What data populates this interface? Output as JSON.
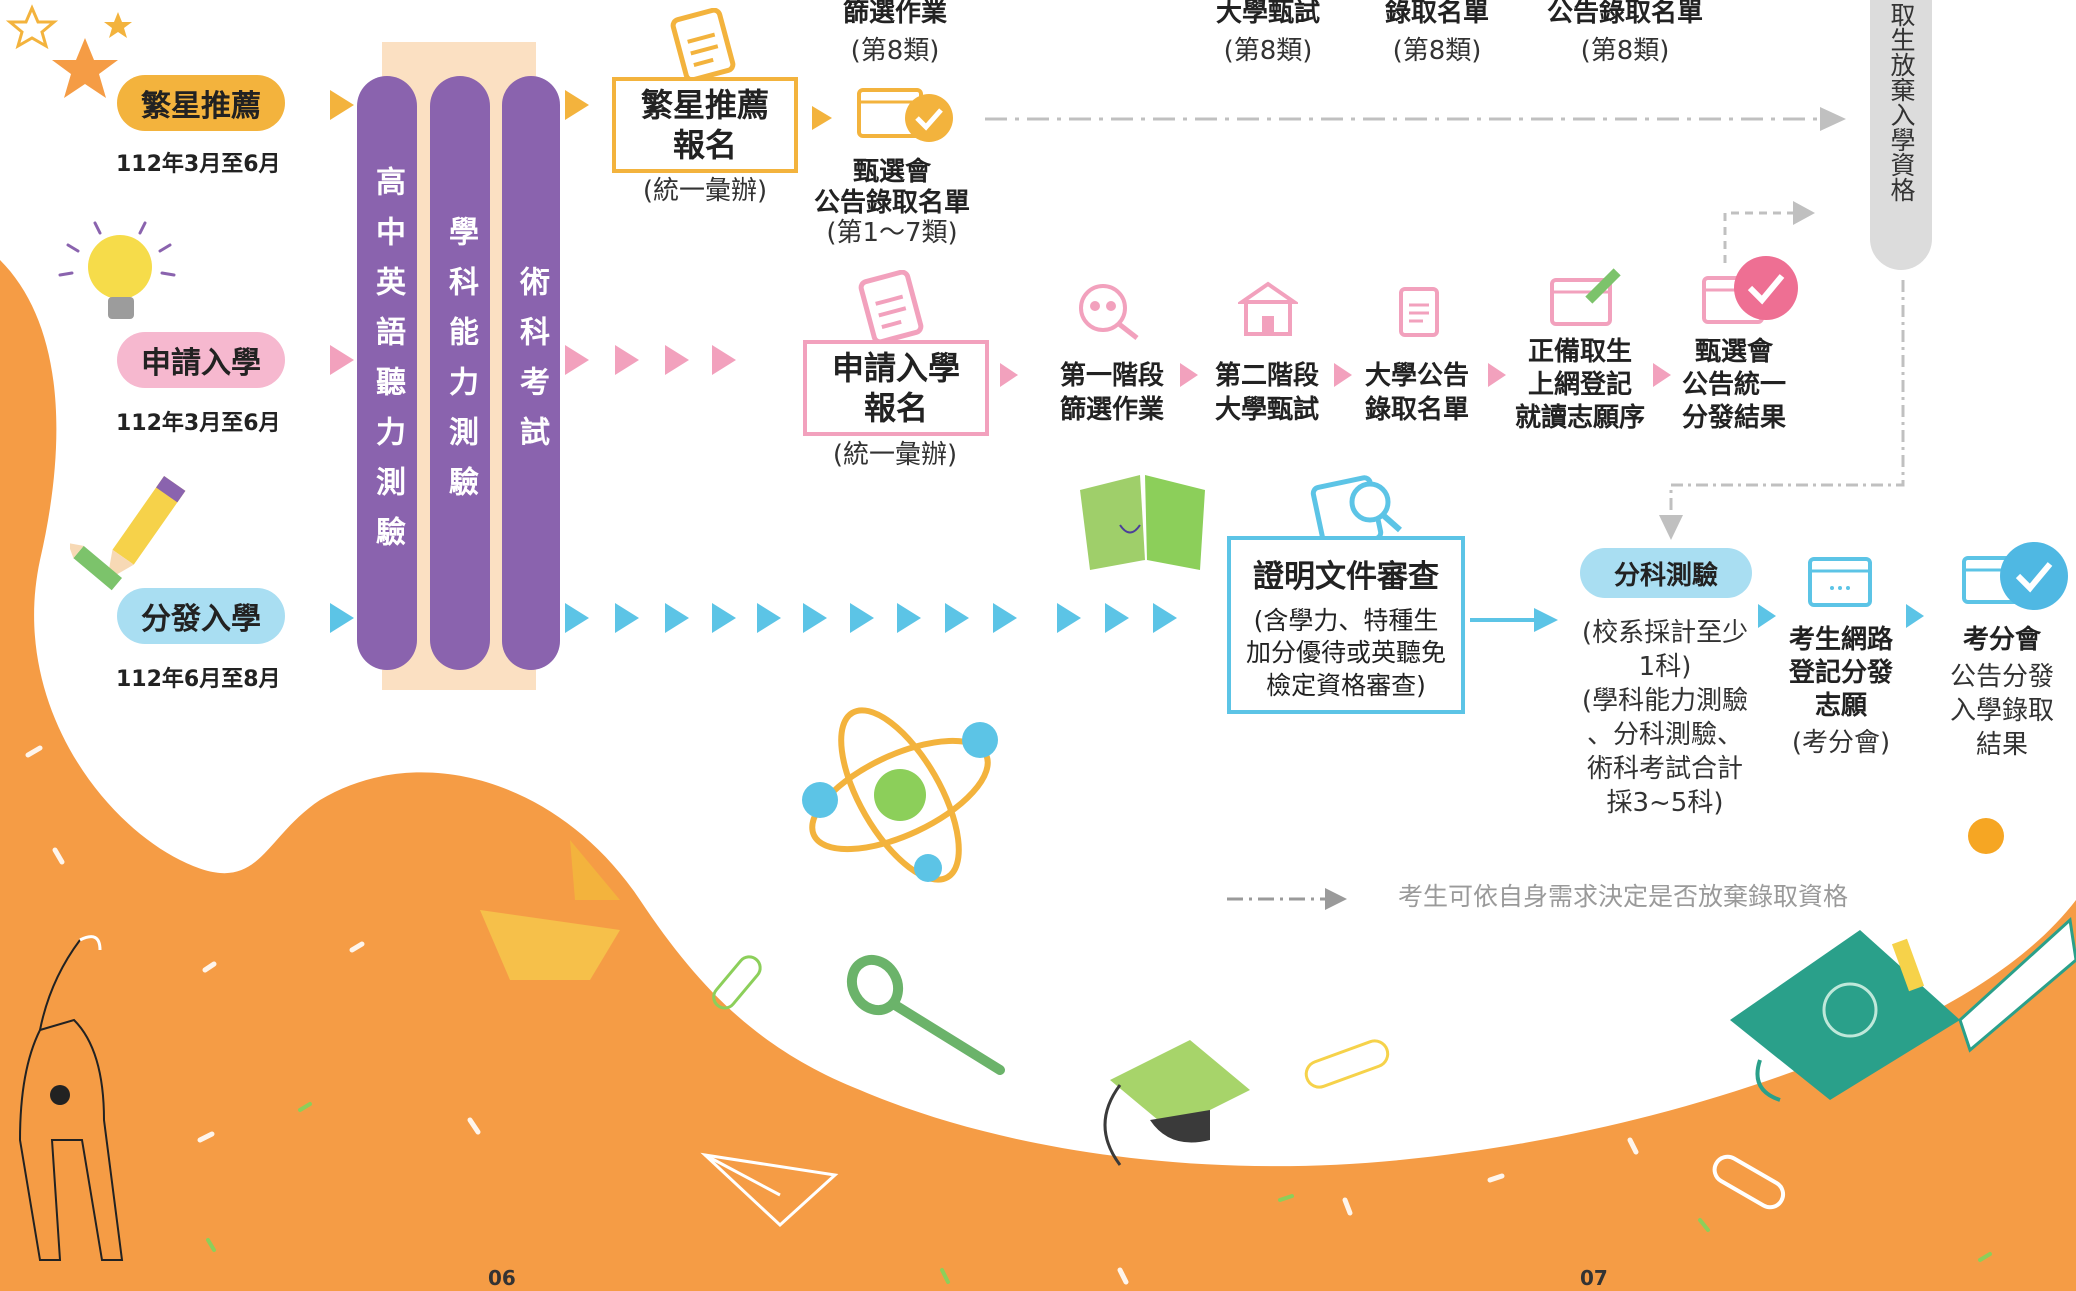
{
  "tracks": {
    "star": {
      "label": "繁星推薦",
      "date": "112年3月至6月"
    },
    "apply": {
      "label": "申請入學",
      "date": "112年3月至6月"
    },
    "dist": {
      "label": "分發入學",
      "date": "112年6月至8月"
    }
  },
  "exams": {
    "listening": "高中英語聽力測驗",
    "gsat": "學科能力測驗",
    "arts": "術科考試"
  },
  "star_flow": {
    "register_line1": "繁星推薦",
    "register_line2": "報名",
    "register_note": "(統一彙辦)",
    "top1_line1": "篩選作業",
    "top1_line2": "(第8類)",
    "top2_line1": "大學甄試",
    "top2_line2": "(第8類)",
    "top3_line1": "錄取名單",
    "top3_line2": "(第8類)",
    "top4_line1": "公告錄取名單",
    "top4_line2": "(第8類)",
    "result_line1": "甄選會",
    "result_line2": "公告錄取名單",
    "result_line3": "(第1～7類)",
    "giveup_text": "取生放棄入學資格"
  },
  "apply_flow": {
    "register_line1": "申請入學",
    "register_line2": "報名",
    "register_note": "(統一彙辦)",
    "s1_l1": "第一階段",
    "s1_l2": "篩選作業",
    "s2_l1": "第二階段",
    "s2_l2": "大學甄試",
    "s3_l1": "大學公告",
    "s3_l2": "錄取名單",
    "s4_l1": "正備取生",
    "s4_l2": "上網登記",
    "s4_l3": "就讀志願序",
    "s5_l1": "甄選會",
    "s5_l2": "公告統一",
    "s5_l3": "分發結果"
  },
  "dist_flow": {
    "doc_title": "證明文件審查",
    "doc_l1": "(含學力、特種生",
    "doc_l2": "加分優待或英聽免",
    "doc_l3": "檢定資格審查)",
    "exam_pill": "分科測驗",
    "exam_n1": "(校系採計至少",
    "exam_n2": "1科)",
    "exam_n3": "(學科能力測驗",
    "exam_n4": "、分科測驗、",
    "exam_n5": "術科考試合計",
    "exam_n6": "採3~5科)",
    "reg_l1": "考生網路",
    "reg_l2": "登記分發",
    "reg_l3": "志願",
    "reg_note": "(考分會)",
    "res_l1": "考分會",
    "res_l2": "公告分發",
    "res_l3": "入學錄取",
    "res_l4": "結果"
  },
  "legend": {
    "text": "考生可依自身需求決定是否放棄錄取資格"
  },
  "pages": {
    "left": "06",
    "right": "07"
  },
  "colors": {
    "yellow": "#f3b33d",
    "pink": "#f2a1bd",
    "blue": "#5cc4e6",
    "purple": "#8a63ae",
    "orange": "#f59c45",
    "grey": "#c0c0c0"
  }
}
